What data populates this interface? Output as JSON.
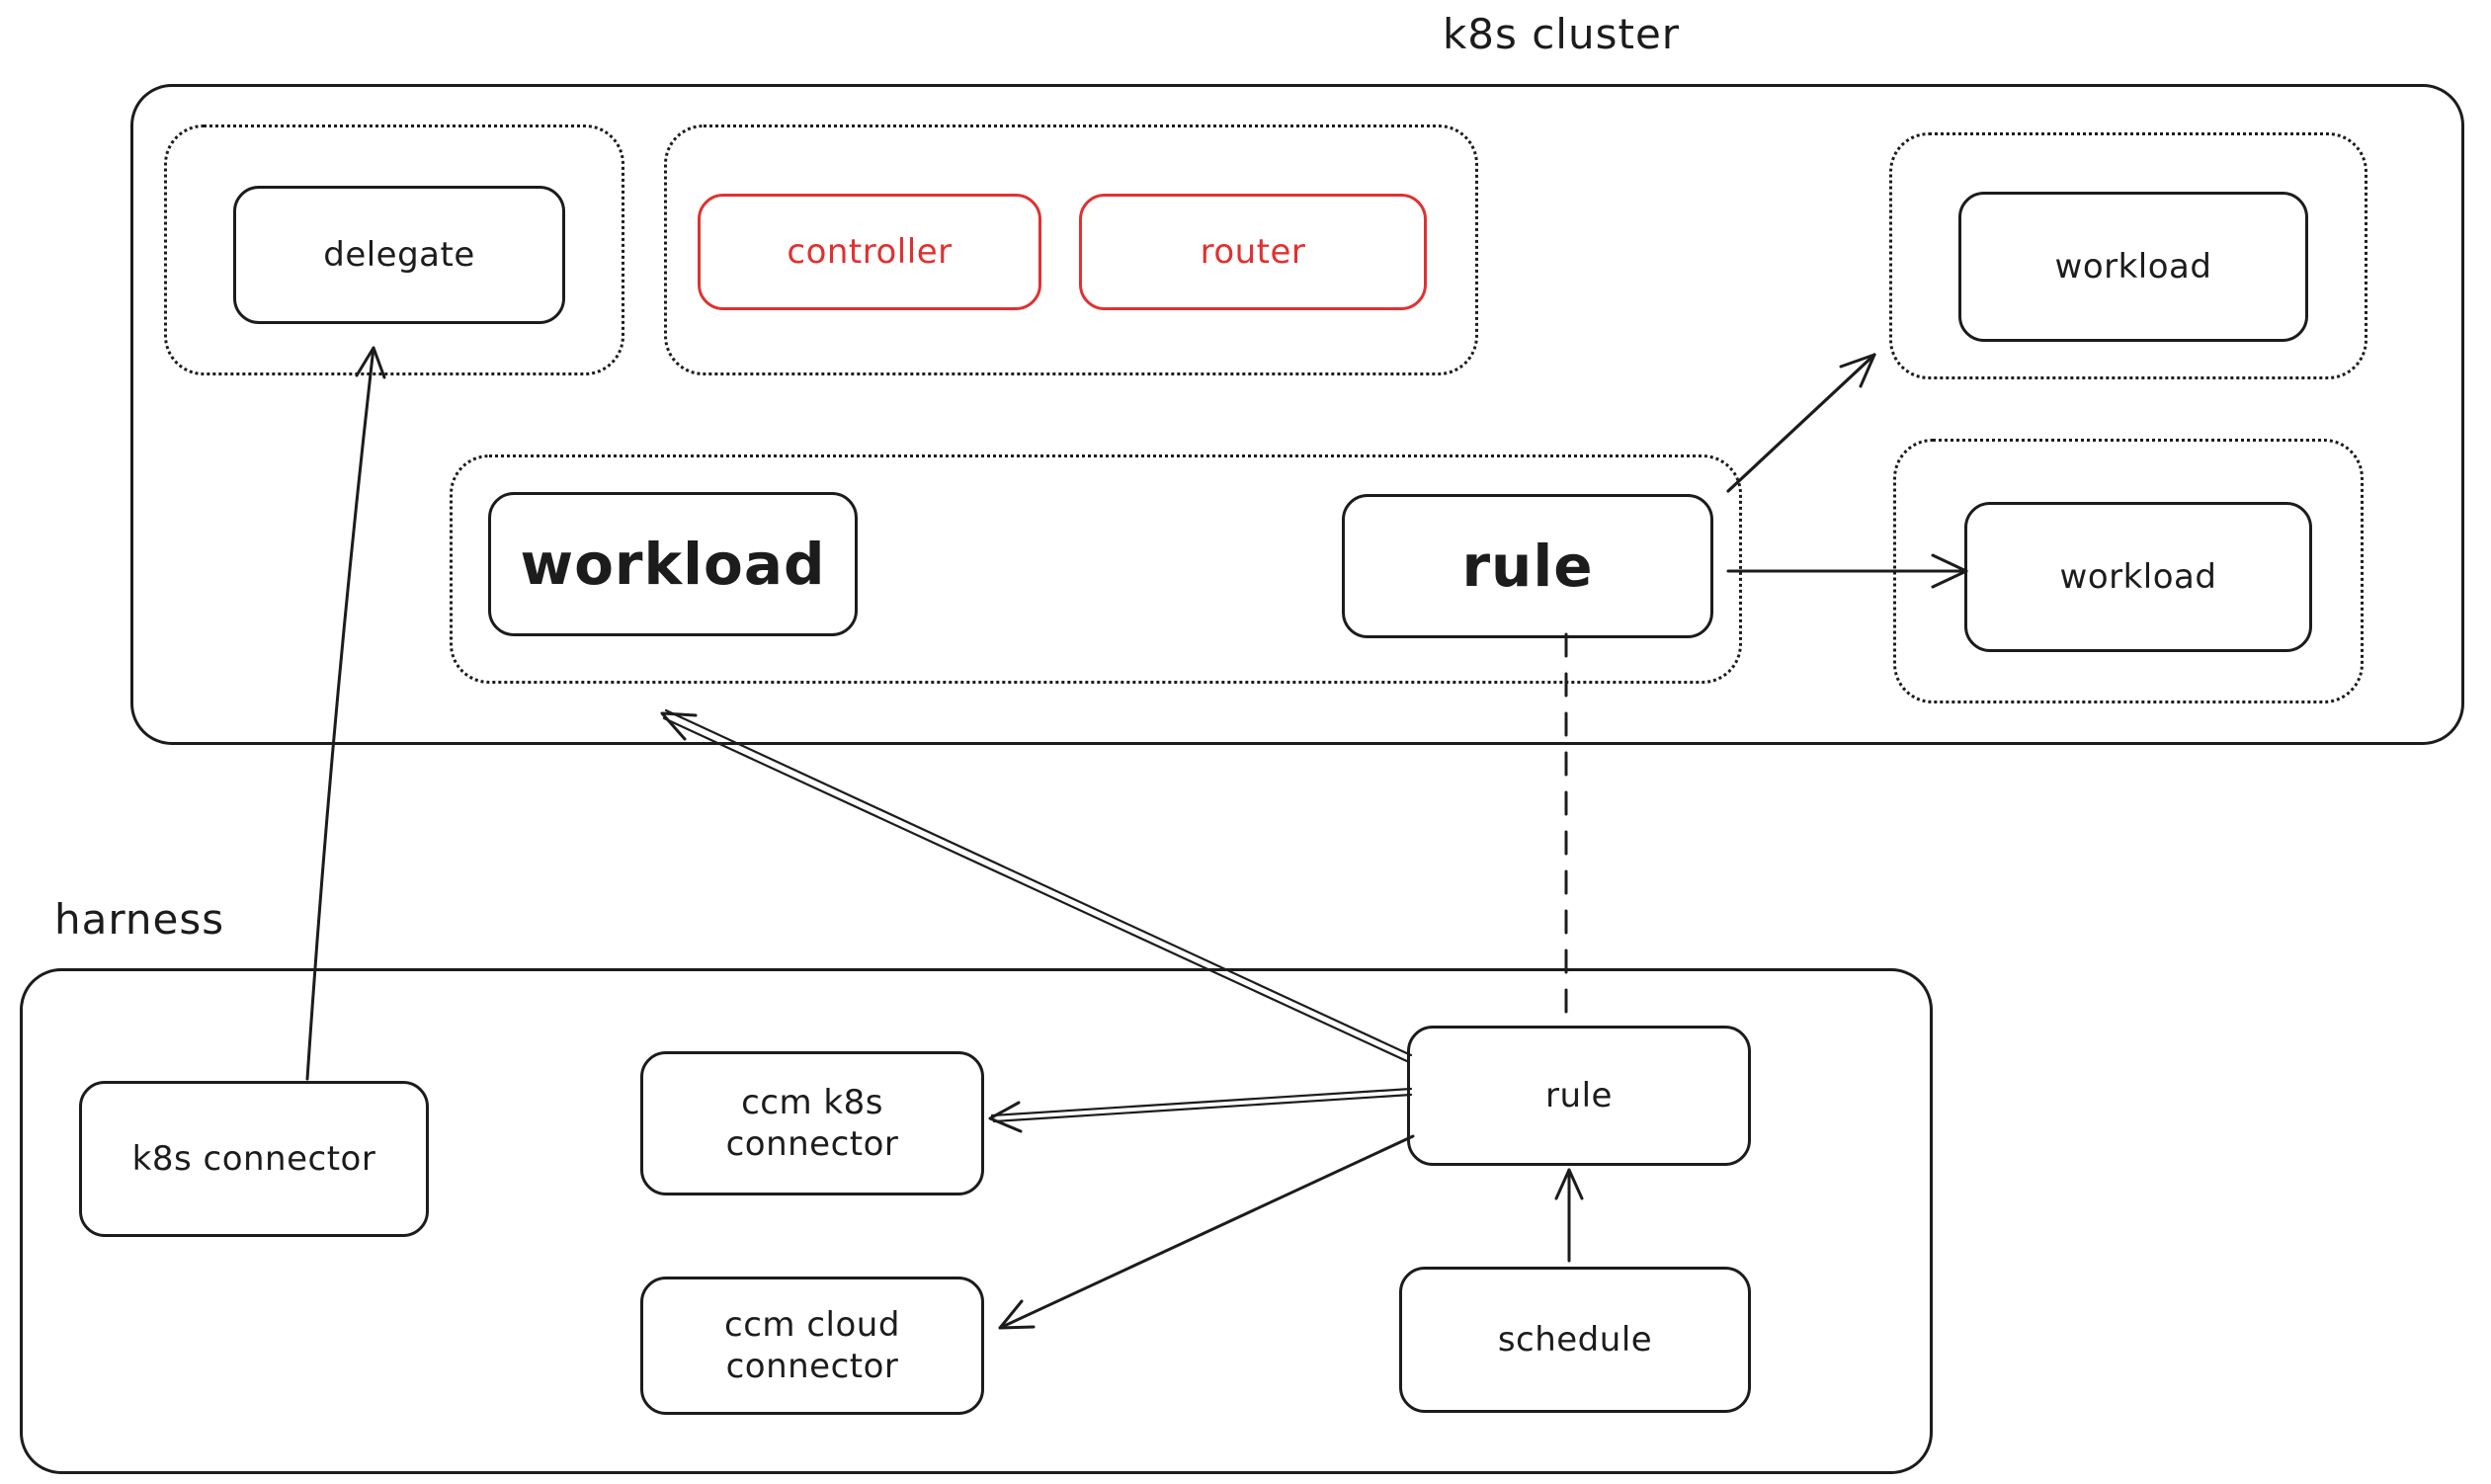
{
  "colors": {
    "stroke": "#1c1c1c",
    "accent_red": "#e03131",
    "background": "#ffffff"
  },
  "k8s_cluster": {
    "title": "k8s cluster",
    "nodes": {
      "delegate": "delegate",
      "controller": "controller",
      "router": "router",
      "workload_main": "workload",
      "rule": "rule",
      "workload_top_right": "workload",
      "workload_right": "workload"
    }
  },
  "harness": {
    "title": "harness",
    "nodes": {
      "k8s_connector": "k8s connector",
      "ccm_k8s_connector": "ccm k8s\nconnector",
      "ccm_cloud_connector": "ccm cloud\nconnector",
      "rule": "rule",
      "schedule": "schedule"
    }
  }
}
